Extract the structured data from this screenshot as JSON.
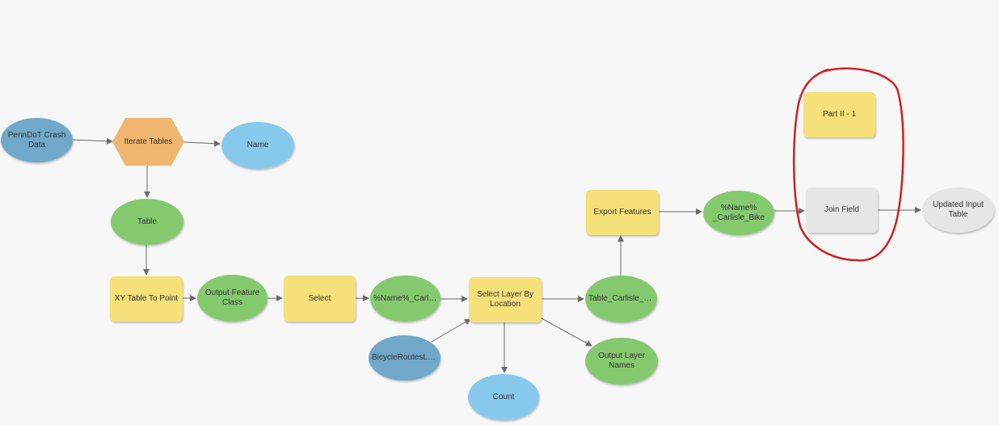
{
  "colors": {
    "input_data": "#6fa8c9",
    "variable": "#86c9ec",
    "derived_data": "#85c96f",
    "tool": "#f5e079",
    "iterator": "#f0b56e",
    "disabled_tool": "#e6e6e6",
    "disabled_data": "#e6e6e6",
    "connector": "#6a6a6a",
    "annotation": "#d21f1f"
  },
  "nodes": {
    "penndot_crash_data": "PennDoT Crash\nData",
    "iterate_tables": "Iterate Tables",
    "name": "Name",
    "table": "Table",
    "xy_table_to_point": "XY Table To Point",
    "output_feature_class": "Output Feature\nClass",
    "select": "Select",
    "name_carlisle": "%Name%_Carlisle",
    "bicycle_routes": "BicycleRoutesLan...",
    "select_layer_by_location": "Select Layer By\nLocation",
    "count": "Count",
    "table_carlisle": "Table_Carlisle_La...",
    "output_layer_names": "Output Layer\nNames",
    "export_features": "Export Features",
    "name_carlisle_bike": "%Name%\n_Carlisle_Bike",
    "part_ii": "Part II - 1",
    "join_field": "Join Field",
    "updated_input_table": "Updated Input\nTable"
  }
}
